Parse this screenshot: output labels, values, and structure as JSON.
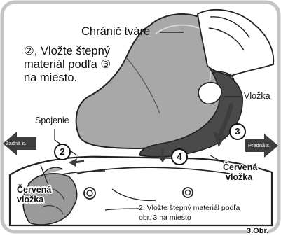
{
  "labels": {
    "face_guard": "Chránič tváre",
    "step_instruction_line1": "②, Vložte štepný",
    "step_instruction_line2": "materiál podľa ③",
    "step_instruction_line3": "na miesto.",
    "liner": "Vložka",
    "connection": "Spojenie",
    "back": "Zadná s.",
    "front": "Predná s.",
    "red_liner_right_line1": "Červená",
    "red_liner_right_line2": "vložka",
    "red_liner_left_line1": "Červená",
    "red_liner_left_line2": "vložka",
    "caption_line1": "2, Vložte štepný materiál podľa",
    "caption_line2": "obr. 3 na miesto",
    "figure_number": "3.Obr."
  },
  "step_numbers": {
    "two": "2",
    "three": "3",
    "four": "4"
  },
  "colors": {
    "background": "#ffffff",
    "frame": "#c6c6c6",
    "arrow": "#3d3d3d",
    "shell": "#a9a9a9",
    "liner": "#4b4b4b"
  }
}
